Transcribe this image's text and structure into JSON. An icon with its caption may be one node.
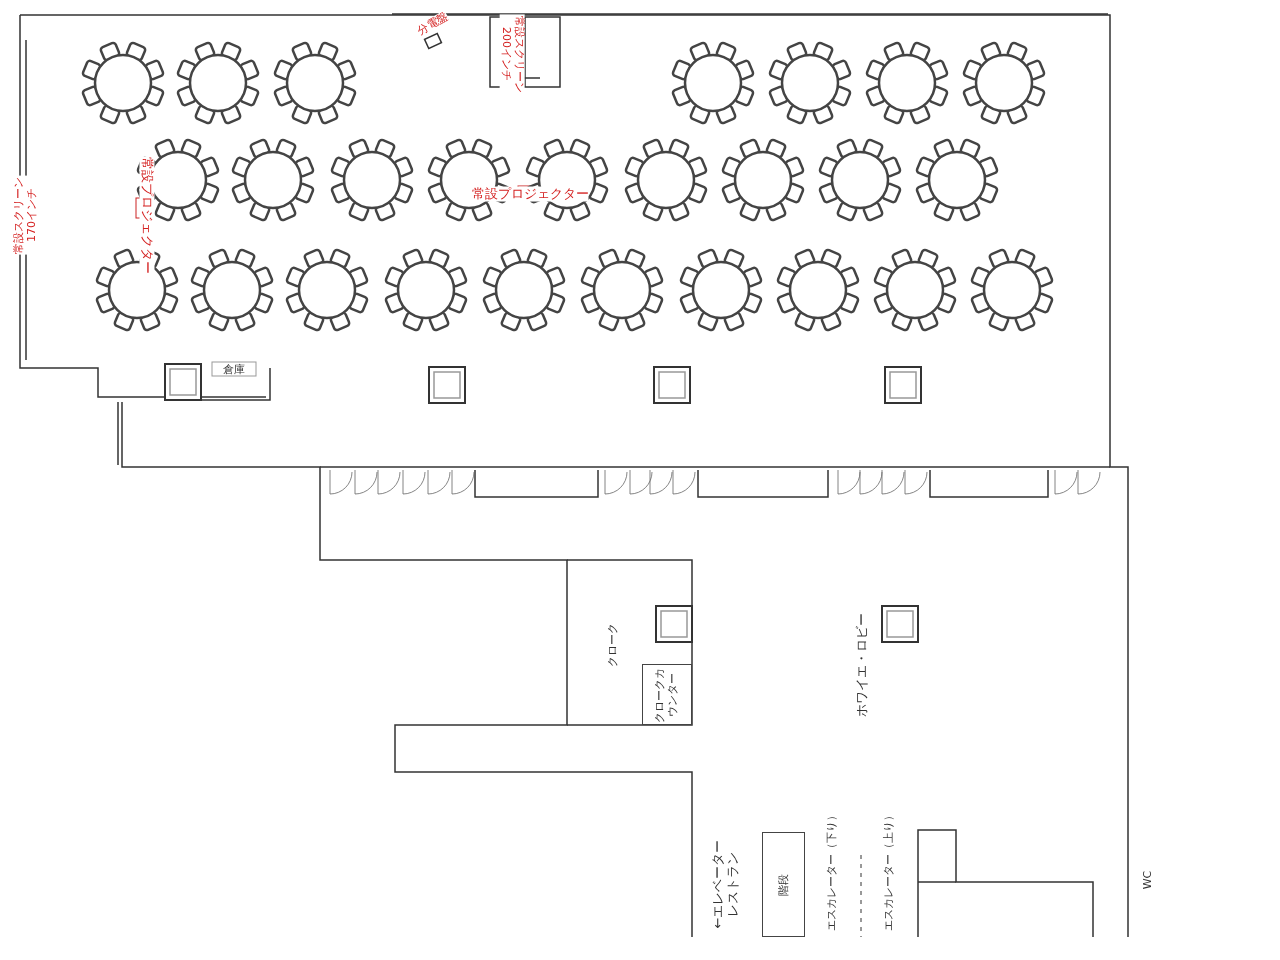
{
  "diagram": {
    "nodes": [
      {
        "text": [
          "クロークカウンター"
        ]
      },
      {
        "text": [
          "階段"
        ]
      }
    ],
    "labels": [
      "分電盤",
      "常設スクリーン200インチ",
      "常設スクリーン170インチ",
      "常設プロジェクター",
      "常設プロジェクター",
      "倉庫",
      "クローク",
      "ホワイエ・ロビー",
      "←エレベーターレストラン",
      "エスカレーター（下り）",
      "エスカレーター（上り）",
      "WC"
    ]
  }
}
